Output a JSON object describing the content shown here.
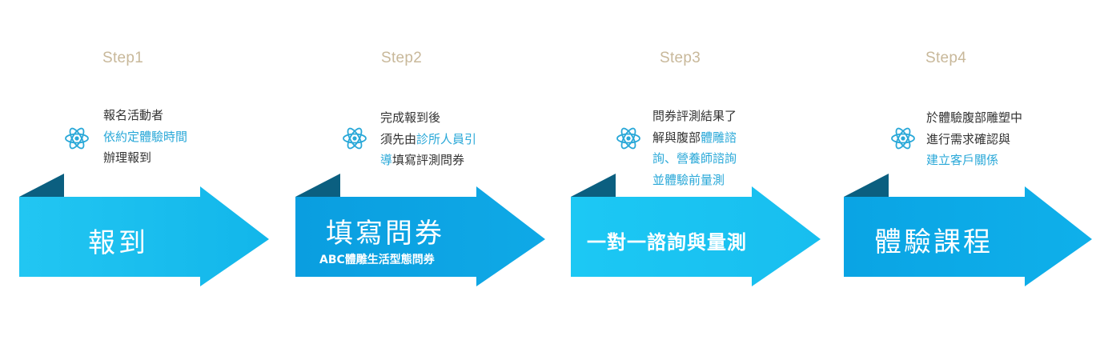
{
  "steps": [
    {
      "label": "Step1",
      "desc": [
        [
          {
            "t": "報名活動者",
            "hl": false
          }
        ],
        [
          {
            "t": "依約定體驗時間",
            "hl": true
          }
        ],
        [
          {
            "t": "辦理報到",
            "hl": false
          }
        ]
      ],
      "title": "報到",
      "subtitle": ""
    },
    {
      "label": "Step2",
      "desc": [
        [
          {
            "t": "完成報到後",
            "hl": false
          }
        ],
        [
          {
            "t": "須先由",
            "hl": false
          },
          {
            "t": "診所人員引",
            "hl": true
          }
        ],
        [
          {
            "t": "導",
            "hl": true
          },
          {
            "t": "填寫評測問券",
            "hl": false
          }
        ]
      ],
      "title": "填寫問券",
      "subtitle": "ABC體雕生活型態問券"
    },
    {
      "label": "Step3",
      "desc": [
        [
          {
            "t": "問券評測結果了",
            "hl": false
          }
        ],
        [
          {
            "t": "解與腹部",
            "hl": false
          },
          {
            "t": "體雕諮",
            "hl": true
          }
        ],
        [
          {
            "t": "詢、營養師諮詢",
            "hl": true
          }
        ],
        [
          {
            "t": "並體驗前量測",
            "hl": true
          }
        ]
      ],
      "title": "一對一諮詢與量測",
      "subtitle": ""
    },
    {
      "label": "Step4",
      "desc": [
        [
          {
            "t": "於體驗腹部雕塑中",
            "hl": false
          }
        ],
        [
          {
            "t": "進行需求確認與",
            "hl": false
          }
        ],
        [
          {
            "t": "建立客戶關係",
            "hl": true
          }
        ]
      ],
      "title": "體驗課程",
      "subtitle": ""
    }
  ],
  "icons": {
    "atom": "atom-icon"
  },
  "colors": {
    "step_label": "#c8b89a",
    "text": "#333333",
    "highlight": "#29a8d8",
    "arrow_light": "#1bc4f0",
    "arrow_dark": "#0096dc",
    "fold": "#0b5f80"
  }
}
